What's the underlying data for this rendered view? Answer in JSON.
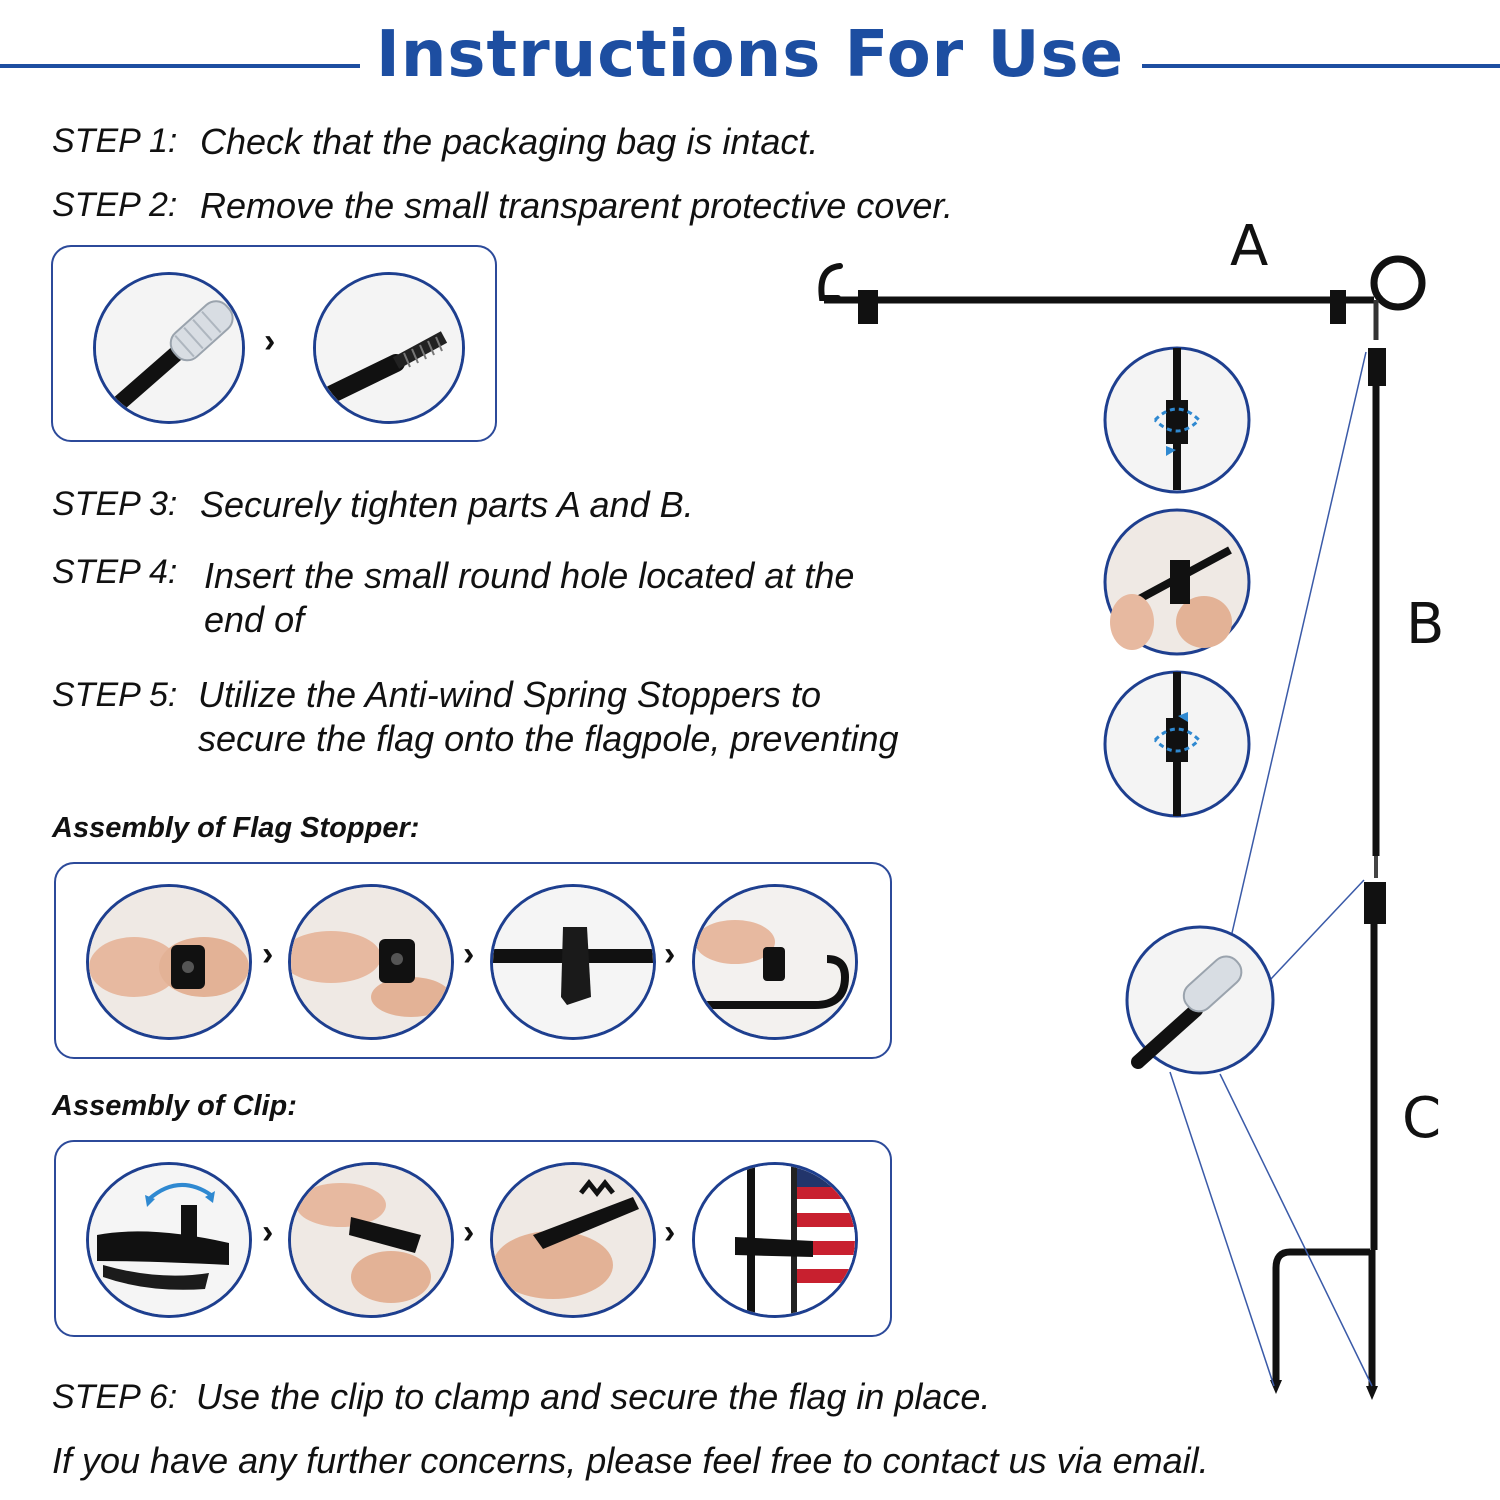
{
  "title": "Instructions For Use",
  "steps": [
    {
      "label": "STEP 1:",
      "text": "Check that the packaging bag is intact."
    },
    {
      "label": "STEP 2:",
      "text": "Remove the small transparent protective cover."
    },
    {
      "label": "STEP 3:",
      "text": "Securely tighten parts A and B."
    },
    {
      "label": "STEP 4:",
      "text_line1": "Insert the small round hole located at the",
      "text_line2": "end of"
    },
    {
      "label": "STEP 5:",
      "text_line1": "Utilize the Anti-wind Spring Stoppers to",
      "text_line2": "secure the flag onto the flagpole, preventing"
    },
    {
      "label": "STEP 6:",
      "text": "Use the clip to clamp and secure the flag in place."
    }
  ],
  "sections": {
    "flag_stopper": "Assembly of Flag Stopper:",
    "clip": "Assembly of Clip:"
  },
  "chevron": "›",
  "parts": {
    "a": "A",
    "b": "B",
    "c": "C"
  },
  "footer": "If you have any further concerns, please feel free to contact us via email.",
  "colors": {
    "brand_blue": "#1d4ea1",
    "circle_border": "#1e3f8f",
    "pole": "#111111"
  }
}
